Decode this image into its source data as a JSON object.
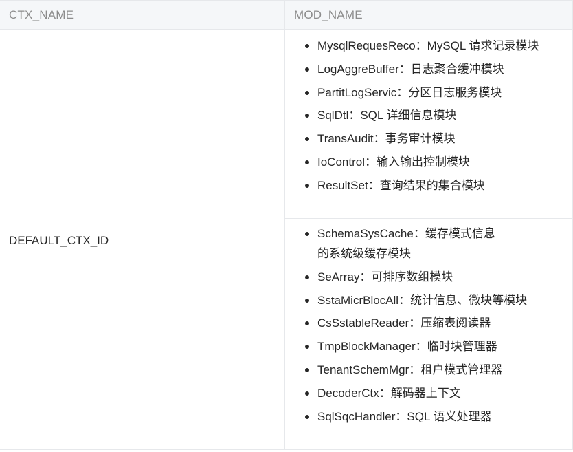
{
  "headers": {
    "ctx_name": "CTX_NAME",
    "mod_name": "MOD_NAME"
  },
  "ctx_value": "DEFAULT_CTX_ID",
  "group1": [
    "MysqlRequesReco：MySQL 请求记录模块",
    "LogAggreBuffer：日志聚合缓冲模块",
    "PartitLogServic：分区日志服务模块",
    "SqlDtl：SQL 详细信息模块",
    "TransAudit：事务审计模块",
    "IoControl：输入输出控制模块",
    "ResultSet：查询结果的集合模块"
  ],
  "group2": [
    "SchemaSysCache：缓存模式信息的系统级缓存模块",
    "SeArray：可排序数组模块",
    "SstaMicrBlocAll：统计信息、微块等模块",
    "CsSstableReader：压缩表阅读器",
    "TmpBlockManager：临时块管理器",
    "TenantSchemMgr：租户模式管理器",
    "DecoderCtx：解码器上下文",
    "SqlSqcHandler：SQL 语义处理器"
  ]
}
